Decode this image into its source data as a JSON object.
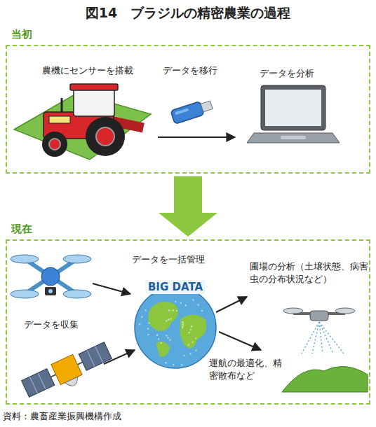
{
  "diagram": {
    "title": "図14　ブラジルの精密農業の過程",
    "caption": "資料：農畜産業振興機構作成",
    "nodes": [
      {
        "text": [
          "当初"
        ]
      },
      {
        "text": [
          "現在"
        ]
      }
    ],
    "edges": [
      {
        "from": 0,
        "to": 1,
        "arrow": "to"
      }
    ],
    "labels": [
      "農機にセンサーを搭載",
      "データを移行",
      "データを分析",
      "データを一括管理",
      "BIG DATA",
      "データを収集",
      "圃場の分析（土壌状態、病害虫の分布状況など）",
      "運航の最適化、精密散布など"
    ]
  }
}
